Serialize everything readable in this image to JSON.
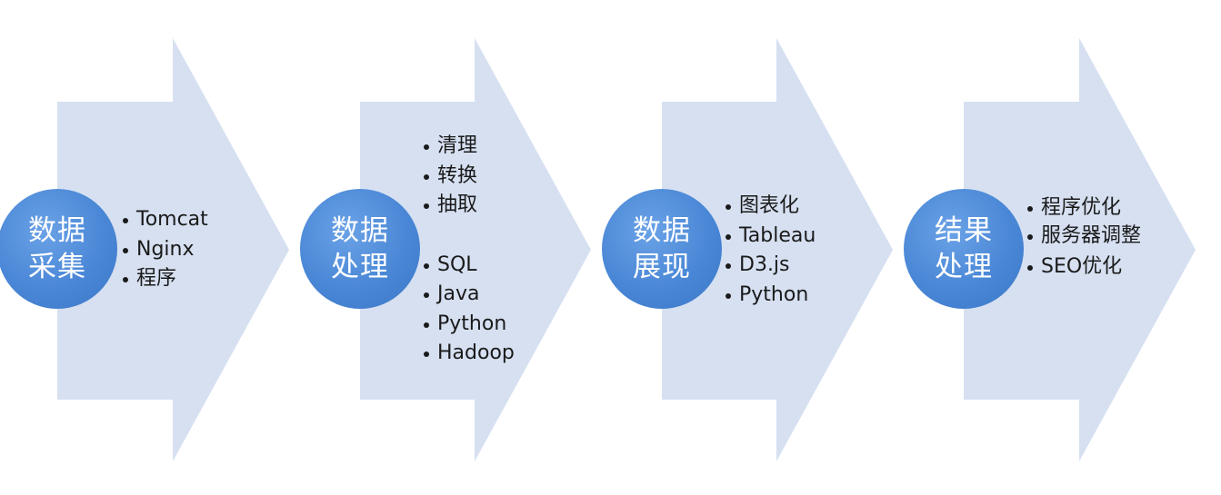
{
  "stages": [
    {
      "title_lines": [
        "数据",
        "采集"
      ],
      "items": [
        "Tomcat",
        "Nginx",
        "程序"
      ]
    },
    {
      "title_lines": [
        "数据",
        "处理"
      ],
      "items": [
        "清理",
        "转换",
        "抽取",
        "SQL",
        "Java",
        "Python",
        "Hadoop"
      ]
    },
    {
      "title_lines": [
        "数据",
        "展现"
      ],
      "items": [
        "图表化",
        "Tableau",
        "D3.js",
        "Python"
      ]
    },
    {
      "title_lines": [
        "结果",
        "处理"
      ],
      "items": [
        "程序优化",
        "服务器调整",
        "SEO优化"
      ]
    }
  ],
  "colors": {
    "arrow_fill": "#d6e0f1",
    "circle_fill": "#4a87d6",
    "circle_text": "#ffffff",
    "list_text": "#1a1a1a"
  }
}
